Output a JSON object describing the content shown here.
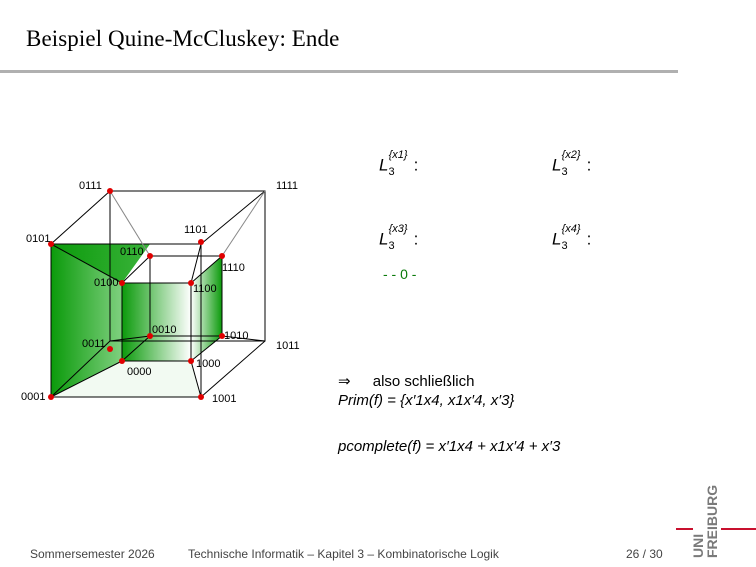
{
  "slide": {
    "title": "Beispiel Quine-McCluskey: Ende",
    "page": "26 / 30"
  },
  "cube_labels": {
    "v0111": "0111",
    "v1111": "1111",
    "v0101": "0101",
    "v1101": "1101",
    "v0110": "0110",
    "v1110": "1110",
    "v0100": "0100",
    "v1100": "1100",
    "v0010": "0010",
    "v1010": "1010",
    "v0011": "0011",
    "v1011": "1011",
    "v0000": "0000",
    "v1000": "1000",
    "v0001": "0001",
    "v1001": "1001"
  },
  "sets": {
    "L": "L",
    "sub": "3",
    "x1": "{x1}",
    "x2": "{x2}",
    "x3": "{x3}",
    "x4": "{x4}",
    "colon": ":",
    "zero_row": "- - 0 -"
  },
  "conclusion": {
    "arrow": "⇒",
    "text": "also schließlich",
    "prim": "Prim(f) = {x′1x4, x1x′4, x′3}",
    "pcomplete": "pcomplete(f) = x′1x4 + x1x′4 + x′3"
  },
  "footer": {
    "semester": "Sommersemester 2026",
    "course": "Technische Informatik – Kapitel 3 – Kombinatorische Logik"
  },
  "logo": {
    "line1": "UNI",
    "line2": "FREIBURG",
    "accent": "#c8102e"
  },
  "colors": {
    "green": "#0a9a0a",
    "vertex": "#e00000"
  }
}
